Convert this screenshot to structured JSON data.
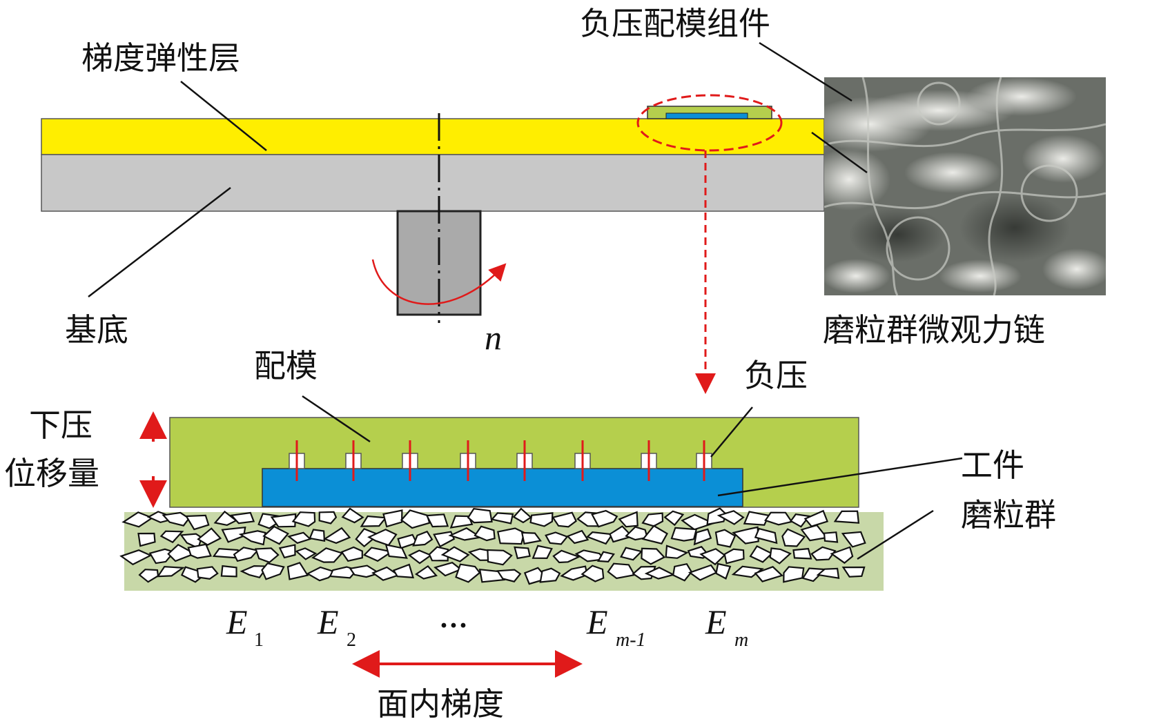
{
  "labels": {
    "gradient_layer": "梯度弹性层",
    "negative_pressure_assembly": "负压配模组件",
    "substrate": "基底",
    "rotation_speed": "n",
    "force_chain": "磨粒群微观力链",
    "conforming_mold": "配模",
    "negative_pressure": "负压",
    "press_displacement_line1": "下压",
    "press_displacement_line2": "位移量",
    "workpiece": "工件",
    "abrasive_group": "磨粒群",
    "in_plane_gradient": "面内梯度",
    "ellipsis": "···"
  },
  "moduli": [
    {
      "base": "E",
      "sub": "1"
    },
    {
      "base": "E",
      "sub": "2"
    },
    {
      "base": "E",
      "sub": "m-1"
    },
    {
      "base": "E",
      "sub": "m"
    }
  ],
  "colors": {
    "gradient_layer": "#ffee00",
    "substrate": "#c8c8c8",
    "shaft": "#aaaaaa",
    "mold": "#b5cf4d",
    "workpiece": "#0b8fd6",
    "abrasive_bed": "#c8d8a8",
    "arrow_red": "#e01a1a",
    "micrograph": "#6a6e68"
  }
}
